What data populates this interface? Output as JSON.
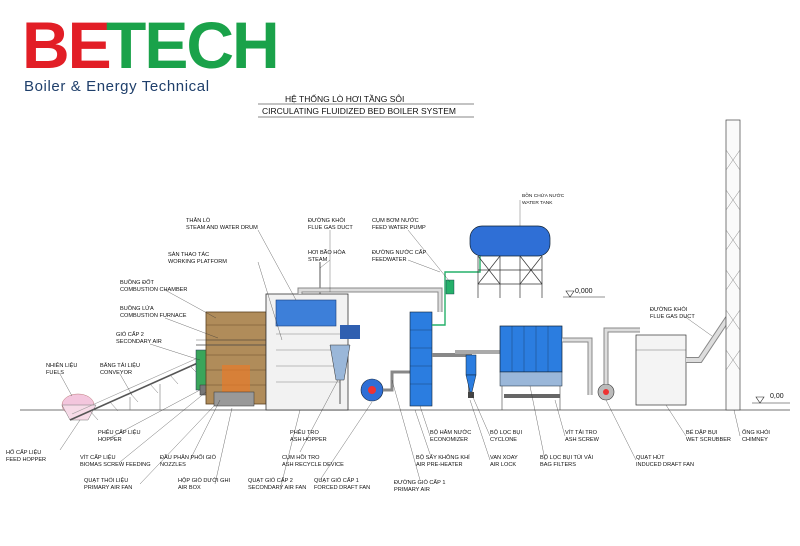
{
  "brand": {
    "name_part1": "BE",
    "name_part2": "TECH",
    "tagline": "Boiler & Energy Technical",
    "color_be": "#e21e26",
    "color_tech": "#1aa24a"
  },
  "diagram": {
    "title_vi": "HỆ THỐNG LÒ HƠI TẦNG SÔI",
    "title_en": "CIRCULATING FLUIDIZED BED BOILER SYSTEM",
    "levels": [
      "0,000",
      "0,00"
    ],
    "labels": [
      {
        "id": "than-lo",
        "vi": "THÂN LÒ",
        "en": "STEAM AND WATER DRUM"
      },
      {
        "id": "san-thao-tac",
        "vi": "SÀN THAO TÁC",
        "en": "WORKING PLATFORM"
      },
      {
        "id": "buong-dot",
        "vi": "BUỒNG ĐỐT",
        "en": "COMBUSTION CHAMBER"
      },
      {
        "id": "buong-lua",
        "vi": "BUỒNG LỬA",
        "en": "COMBUSTION FURNACE"
      },
      {
        "id": "gio-cap-2",
        "vi": "GIÓ CẤP 2",
        "en": "SECONDARY AIR"
      },
      {
        "id": "nhien-lieu",
        "vi": "NHIÊN LIỆU",
        "en": "FUELS"
      },
      {
        "id": "bang-tai",
        "vi": "BĂNG TẢI LIỆU",
        "en": "CONVEYOR"
      },
      {
        "id": "duong-khoi-1",
        "vi": "ĐƯỜNG KHÓI",
        "en": "FLUE GAS DUCT"
      },
      {
        "id": "hoi-bao-hoa",
        "vi": "HƠI BÃO HÒA",
        "en": "STEAM"
      },
      {
        "id": "cum-bom-nuoc",
        "vi": "CỤM BƠM NƯỚC",
        "en": "FEED WATER PUMP"
      },
      {
        "id": "duong-nuoc-cap",
        "vi": "ĐƯỜNG NƯỚC CẤP",
        "en": "FEEDWATER"
      },
      {
        "id": "bon-chua-nuoc",
        "vi": "BỒN CHỨA NƯỚC",
        "en": "WATER TANK"
      },
      {
        "id": "duong-khoi-2",
        "vi": "ĐƯỜNG KHÓI",
        "en": "FLUE GAS DUCT"
      },
      {
        "id": "ho-cap-lieu",
        "vi": "HỐ CẤP LIỆU",
        "en": "FEED HOPPER"
      },
      {
        "id": "pheu-cap-lieu",
        "vi": "PHỄU CẤP LIỆU",
        "en": "HOPPER"
      },
      {
        "id": "vit-cap-lieu",
        "vi": "VÍT CẤP LIỆU",
        "en": "BIOMAS SCREW FEEDING"
      },
      {
        "id": "dau-phan-phoi",
        "vi": "ĐẦU PHÂN PHỐI GIÓ",
        "en": "NOZZLES"
      },
      {
        "id": "quat-thoi-lieu",
        "vi": "QUẠT THỔI LIỆU",
        "en": "PRIMARY AIR FAN"
      },
      {
        "id": "hop-gio",
        "vi": "HỘP GIÓ DƯỚI GHI",
        "en": "AIR BOX"
      },
      {
        "id": "quat-gio-cap-2",
        "vi": "QUẠT GIÓ CẤP 2",
        "en": "SECONDARY AIR FAN"
      },
      {
        "id": "pheu-tro",
        "vi": "PHỄU TRO",
        "en": "ASH HOPPER"
      },
      {
        "id": "cum-hoi-tro",
        "vi": "CỤM HỒI TRO",
        "en": "ASH RECYCLE DEVICE"
      },
      {
        "id": "quat-gio-cap-1",
        "vi": "QUẠT GIÓ CẤP 1",
        "en": "FORCED DRAFT FAN"
      },
      {
        "id": "duong-gio-cap-1",
        "vi": "ĐƯỜNG GIÓ CẤP 1",
        "en": "PRIMARY AIR"
      },
      {
        "id": "bo-ham-nuoc",
        "vi": "BỘ HÂM NƯỚC",
        "en": "ECONOMIZER"
      },
      {
        "id": "bo-say-khong-khi",
        "vi": "BỘ SẤY KHÔNG KHÍ",
        "en": "AIR PRE-HEATER"
      },
      {
        "id": "bo-loc-bui",
        "vi": "BỘ LỌC BỤI",
        "en": "CYCLONE"
      },
      {
        "id": "van-xoay",
        "vi": "VAN XOAY",
        "en": "AIR LOCK"
      },
      {
        "id": "bo-loc-tui-vai",
        "vi": "BỘ LỌC BỤI TÚI VẢI",
        "en": "BAG FILTERS"
      },
      {
        "id": "vit-tai-tro",
        "vi": "VÍT TẢI TRO",
        "en": "ASH SCREW"
      },
      {
        "id": "quat-hut",
        "vi": "QUẠT HÚT",
        "en": "INDUCED DRAFT FAN"
      },
      {
        "id": "be-dap-bui",
        "vi": "BỂ DẬP BỤI",
        "en": "WET SCRUBBER"
      },
      {
        "id": "ong-khoi",
        "vi": "ỐNG KHÓI",
        "en": "CHIMNEY"
      }
    ]
  },
  "colors": {
    "duct": "#8a8a8a",
    "duct_fill": "#d9d9d9",
    "tank": "#2f6fd6",
    "equipment_blue": "#2b7de0",
    "feedwater": "#25b06a",
    "fuel_pink": "#f3c6dd",
    "brick": "#8a6b3f",
    "green_unit": "#3aa55a"
  }
}
